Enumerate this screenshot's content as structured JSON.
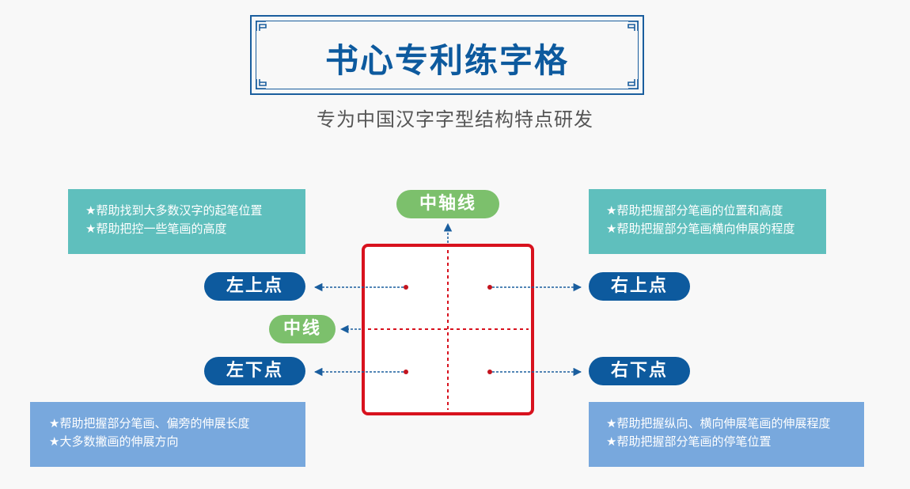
{
  "title": "书心专利练字格",
  "subtitle": "专为中国汉字字型结构特点研发",
  "colors": {
    "frame_blue": "#1a5e9e",
    "dark_blue": "#0d5a9e",
    "green": "#7cc06c",
    "teal": "#5fbfbd",
    "light_blue": "#78a8dd",
    "grid_red": "#d8121e",
    "dot_red": "#c3141e"
  },
  "labels": {
    "center_axis": "中轴线",
    "center_line": "中线",
    "upper_left": "左上点",
    "upper_right": "右上点",
    "lower_left": "左下点",
    "lower_right": "右下点"
  },
  "boxes": {
    "top_left": [
      "★帮助找到大多数汉字的起笔位置",
      "★帮助把控一些笔画的高度"
    ],
    "top_right": [
      "★帮助把握部分笔画的位置和高度",
      "★帮助把握部分笔画横向伸展的程度"
    ],
    "bottom_left": [
      "★帮助把握部分笔画、偏旁的伸展长度",
      "★大多数撇画的伸展方向"
    ],
    "bottom_right": [
      "★帮助把握纵向、横向伸展笔画的伸展程度",
      "★帮助把握部分笔画的停笔位置"
    ]
  }
}
